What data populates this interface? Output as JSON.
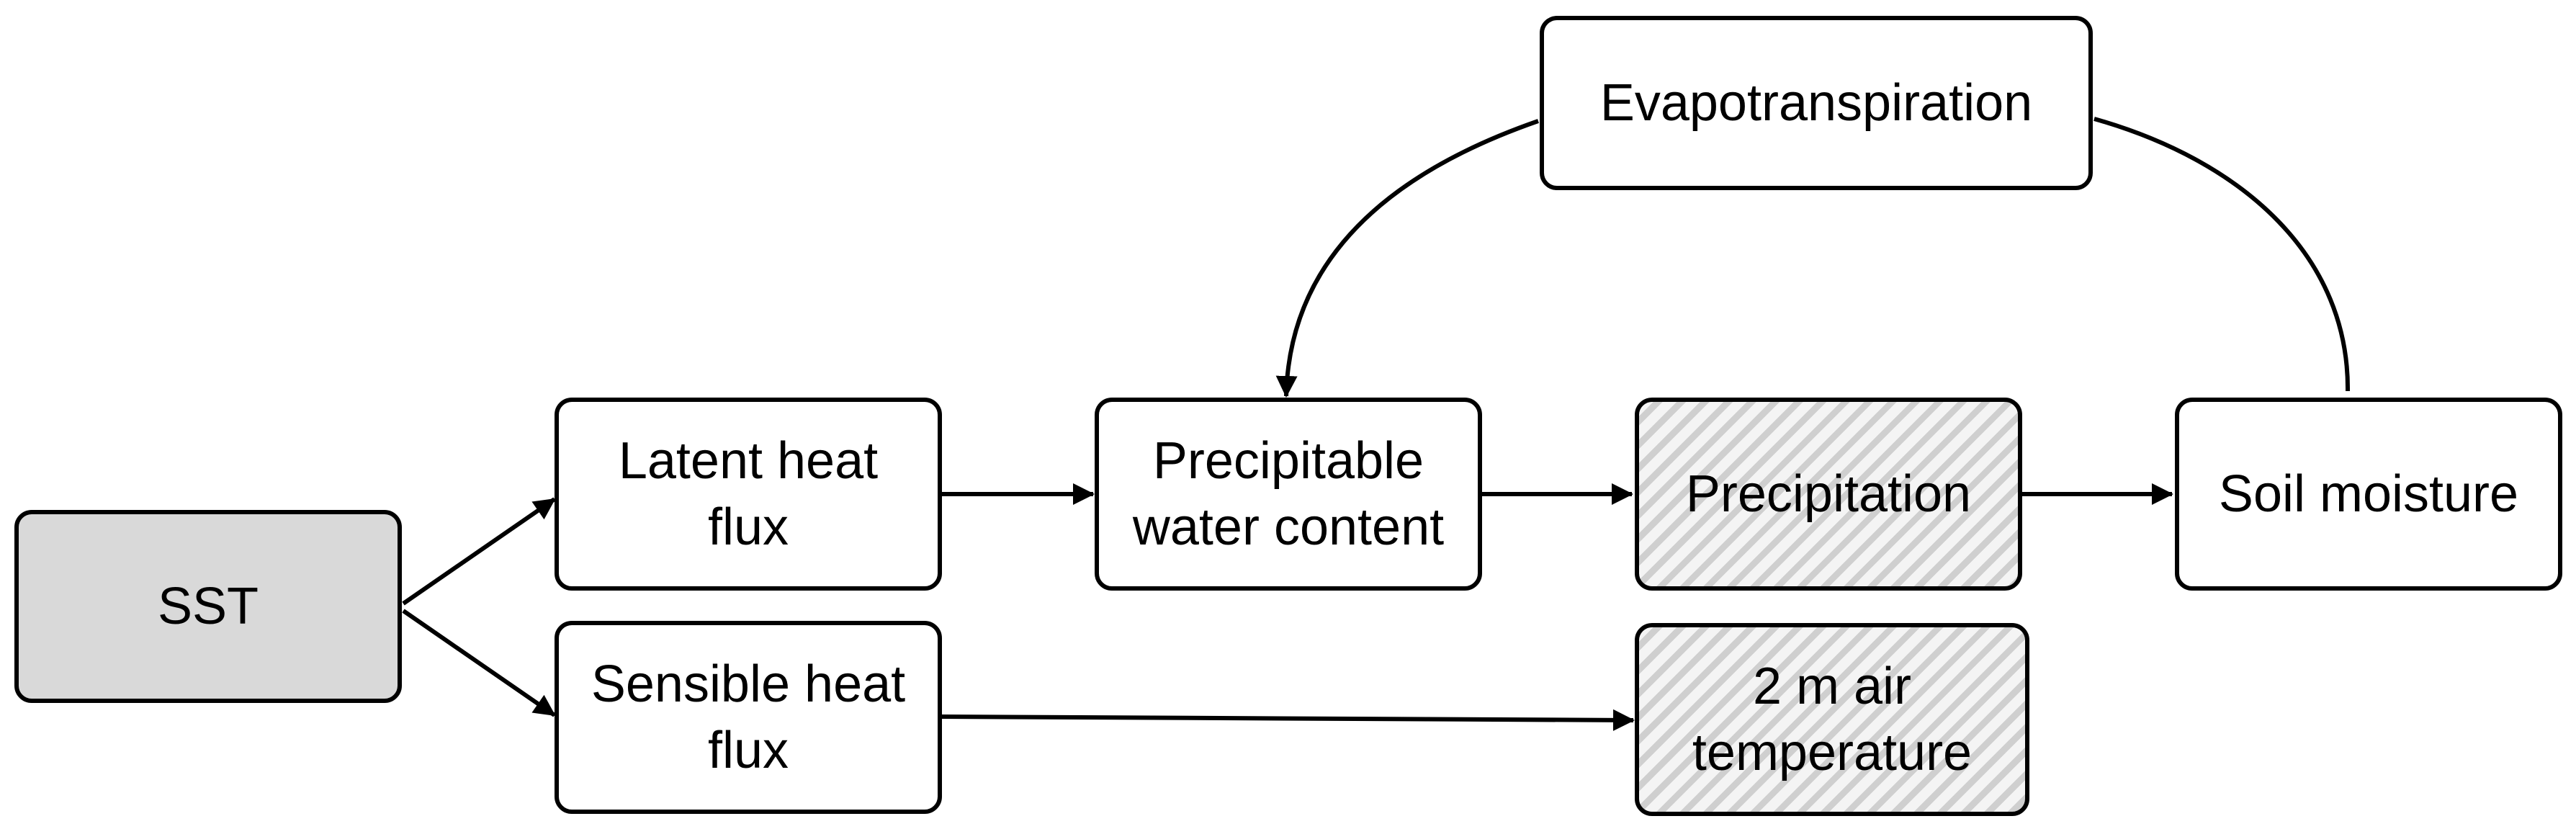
{
  "nodes": {
    "sst": {
      "label": "SST",
      "fill": "#d9d9d9"
    },
    "latent_heat_flux": {
      "label": "Latent heat\nflux"
    },
    "sensible_heat_flux": {
      "label": "Sensible heat\nflux"
    },
    "precipitable_water": {
      "label": "Precipitable\nwater content"
    },
    "precipitation": {
      "label": "Precipitation",
      "fill": "hatched-gray"
    },
    "air_temperature": {
      "label": "2 m air\ntemperature",
      "fill": "hatched-gray"
    },
    "soil_moisture": {
      "label": "Soil moisture"
    },
    "evapotranspiration": {
      "label": "Evapotranspiration"
    }
  },
  "edges": [
    {
      "from": "SST",
      "to": "Latent heat flux"
    },
    {
      "from": "SST",
      "to": "Sensible heat flux"
    },
    {
      "from": "Latent heat flux",
      "to": "Precipitable water content"
    },
    {
      "from": "Precipitable water content",
      "to": "Precipitation"
    },
    {
      "from": "Precipitation",
      "to": "Soil moisture"
    },
    {
      "from": "Sensible heat flux",
      "to": "2 m air temperature"
    },
    {
      "from": "Soil moisture",
      "to": "Evapotranspiration"
    },
    {
      "from": "Evapotranspiration",
      "to": "Precipitable water content"
    }
  ]
}
